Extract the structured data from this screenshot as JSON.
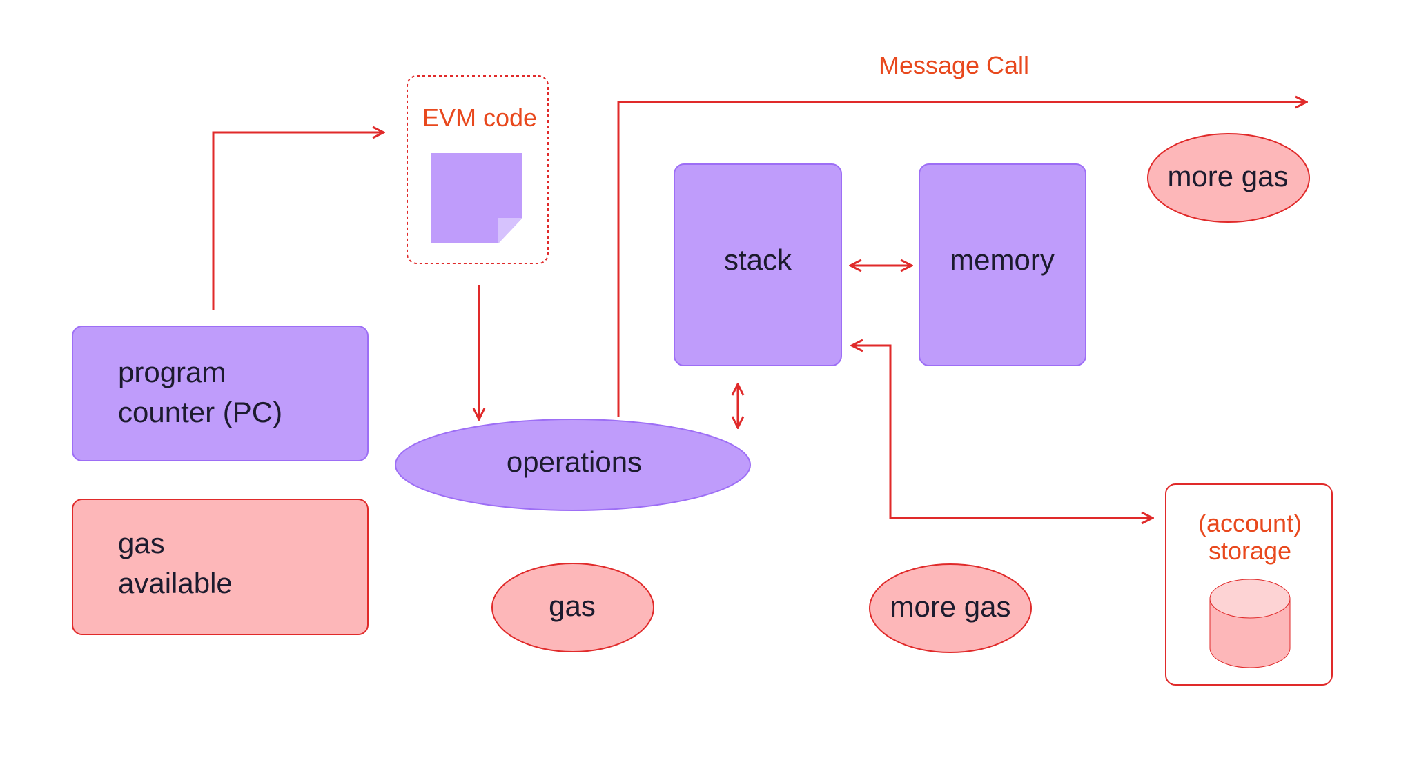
{
  "diagram": {
    "nodes": {
      "pc": {
        "line1": "program",
        "line2": "counter (PC)"
      },
      "gas_available": {
        "line1": "gas",
        "line2": "available"
      },
      "evm_code": {
        "label": "EVM code"
      },
      "operations": {
        "label": "operations"
      },
      "gas": {
        "label": "gas"
      },
      "stack": {
        "label": "stack"
      },
      "memory": {
        "label": "memory"
      },
      "more_gas_top": {
        "label": "more gas"
      },
      "more_gas_bottom": {
        "label": "more gas"
      },
      "storage": {
        "line1": "(account)",
        "line2": "storage"
      }
    },
    "edges": {
      "message_call": {
        "label": "Message Call"
      }
    },
    "colors": {
      "purple_fill": "#bf9cfb",
      "purple_stroke": "#9d6ef5",
      "pink_fill": "#fdb7b9",
      "pink_stroke": "#e02a2a",
      "arrow": "#e02a2a",
      "accent_text": "#e8481d",
      "dark_text": "#1c1b2e"
    }
  }
}
